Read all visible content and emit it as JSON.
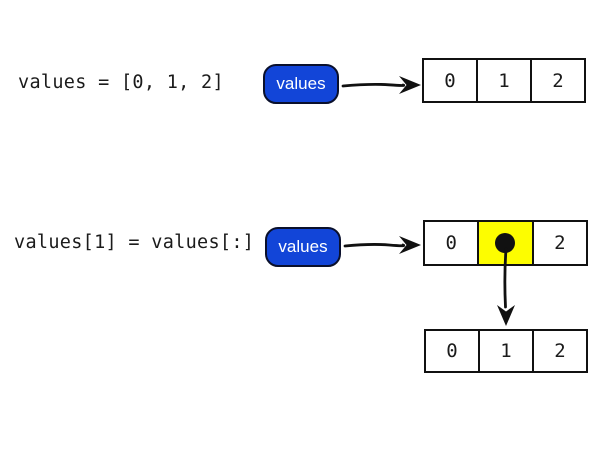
{
  "colors": {
    "badge_fill": "#1245d8",
    "badge_border": "#0a102c",
    "badge_text": "#ffffff",
    "line": "#111111",
    "highlight_yellow": "#fdfd00",
    "code_text": "#1b1b1b"
  },
  "statements": [
    {
      "code": "values = [0, 1, 2]",
      "variable": "values",
      "cells": [
        "0",
        "1",
        "2"
      ]
    },
    {
      "code": "values[1] = values[:]",
      "variable": "values",
      "cells": [
        "0",
        "",
        "2"
      ]
    }
  ],
  "nested_list": {
    "cells": [
      "0",
      "1",
      "2"
    ]
  }
}
